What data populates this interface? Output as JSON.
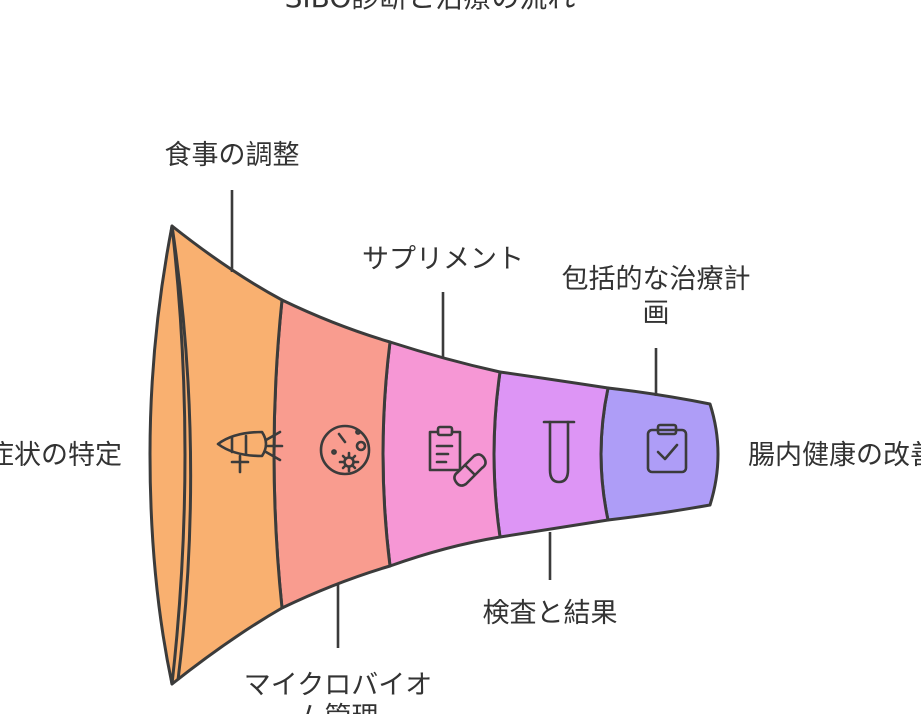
{
  "title": "SIBO診断と治療の流れ",
  "colors": {
    "segment_1": "#F9B070",
    "segment_2": "#F99C8F",
    "segment_3": "#F697D5",
    "segment_4": "#DD95F5",
    "segment_5": "#AE9DF7",
    "outline": "#3B3B3B",
    "text": "#333333"
  },
  "stages": [
    {
      "label": "食事の調整",
      "icon": "carrot-icon"
    },
    {
      "label": "マイクロバイオーム管理",
      "label_line1": "マイクロバイオ",
      "label_line2": "ム管理",
      "icon": "microbe-icon"
    },
    {
      "label": "サプリメント",
      "icon": "clipboard-pill-icon"
    },
    {
      "label": "検査と結果",
      "icon": "test-tube-icon"
    },
    {
      "label": "包括的な治療計画",
      "label_line1": "包括的な治療計",
      "label_line2": "画",
      "icon": "checklist-icon"
    }
  ],
  "start_label": "症状の特定",
  "end_label": "腸内健康の改善"
}
